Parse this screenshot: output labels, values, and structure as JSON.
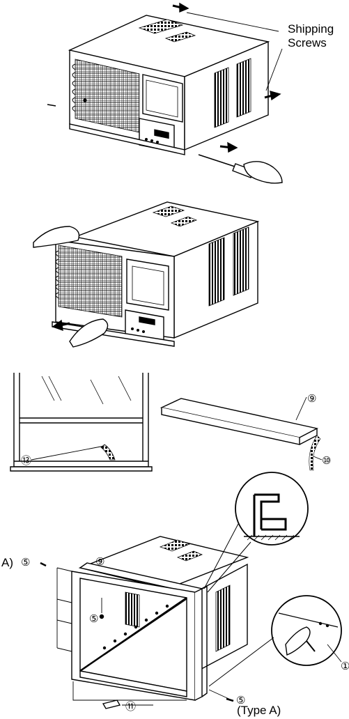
{
  "labels": {
    "shipping_screws_line1": "Shipping",
    "shipping_screws_line2": "Screws",
    "type_a_bottom": "(Type A)",
    "type_a_left": "A)"
  },
  "callouts": {
    "n9": "⑨",
    "n10": "⑩",
    "n13": "⑬",
    "n5": "⑤",
    "n11": "⑪",
    "n1_partial": "①"
  }
}
